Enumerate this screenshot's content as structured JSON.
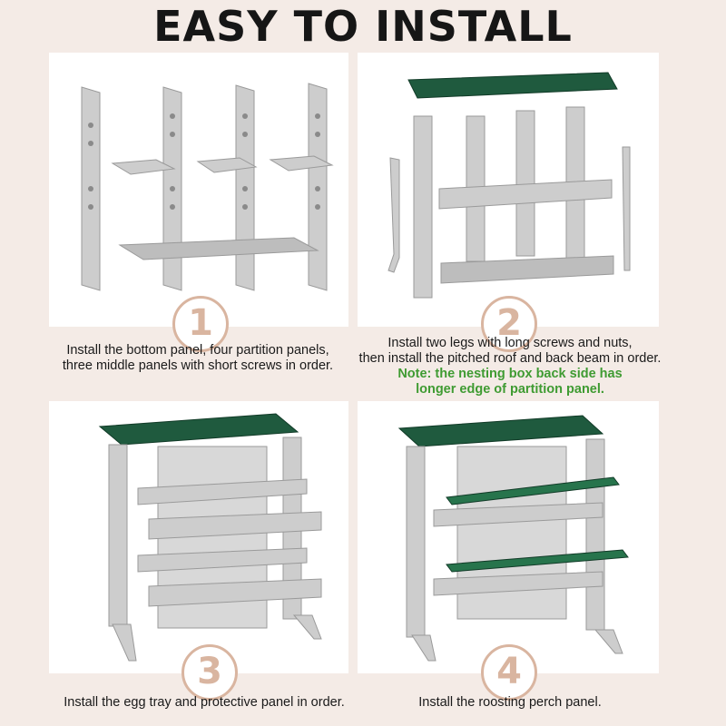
{
  "header": {
    "title": "EASY TO INSTALL"
  },
  "steps": [
    {
      "number": "1",
      "text_lines": [
        "Install the bottom panel, four partition panels,",
        "three middle panels with short screws in order."
      ]
    },
    {
      "number": "2",
      "text_lines": [
        "Install two legs with long screws and nuts,",
        "then install the pitched roof and back beam in order."
      ],
      "note_lines": [
        "Note: the nesting box back side has",
        "longer edge of partition panel."
      ]
    },
    {
      "number": "3",
      "text_lines": [
        "Install the egg tray and protective panel in order."
      ]
    },
    {
      "number": "4",
      "text_lines": [
        "Install the roosting perch panel."
      ]
    }
  ],
  "colors": {
    "background": "#f4ebe6",
    "roof": "#1f5a3e",
    "metal": "#c9c9c9",
    "number_badge": "#d9b5a0",
    "note": "#3f9b32"
  }
}
